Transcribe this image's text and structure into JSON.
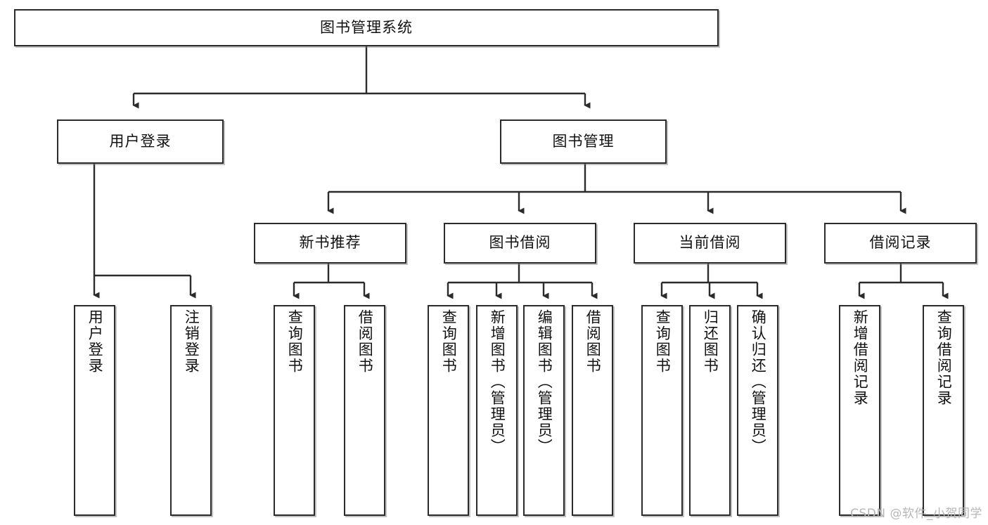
{
  "diagram": {
    "type": "tree-hierarchy",
    "title": "图书管理系统",
    "watermark": "CSDN @软件_小贺同学",
    "colors": {
      "background": "#ffffff",
      "border": "#2b2b2b",
      "text": "#111111",
      "connector": "#2b2b2b",
      "watermark": "#b6b6b6"
    },
    "nodes": {
      "root": {
        "label": "图书管理系统"
      },
      "level2": [
        {
          "label": "用户登录"
        },
        {
          "label": "图书管理"
        }
      ],
      "level3": [
        {
          "label": "新书推荐"
        },
        {
          "label": "图书借阅"
        },
        {
          "label": "当前借阅"
        },
        {
          "label": "借阅记录"
        }
      ],
      "leaves": {
        "user_login": [
          {
            "label": "用户登录"
          },
          {
            "label": "注销登录"
          }
        ],
        "new_book": [
          {
            "label": "查询图书"
          },
          {
            "label": "借阅图书"
          }
        ],
        "book_borrow": [
          {
            "label": "查询图书"
          },
          {
            "label": "新增图书（管理员）"
          },
          {
            "label": "编辑图书（管理员）"
          },
          {
            "label": "借阅图书"
          }
        ],
        "current_borrow": [
          {
            "label": "查询图书"
          },
          {
            "label": "归还图书"
          },
          {
            "label": "确认归还（管理员）"
          }
        ],
        "borrow_record": [
          {
            "label": "新增借阅记录"
          },
          {
            "label": "查询借阅记录"
          }
        ]
      }
    }
  }
}
